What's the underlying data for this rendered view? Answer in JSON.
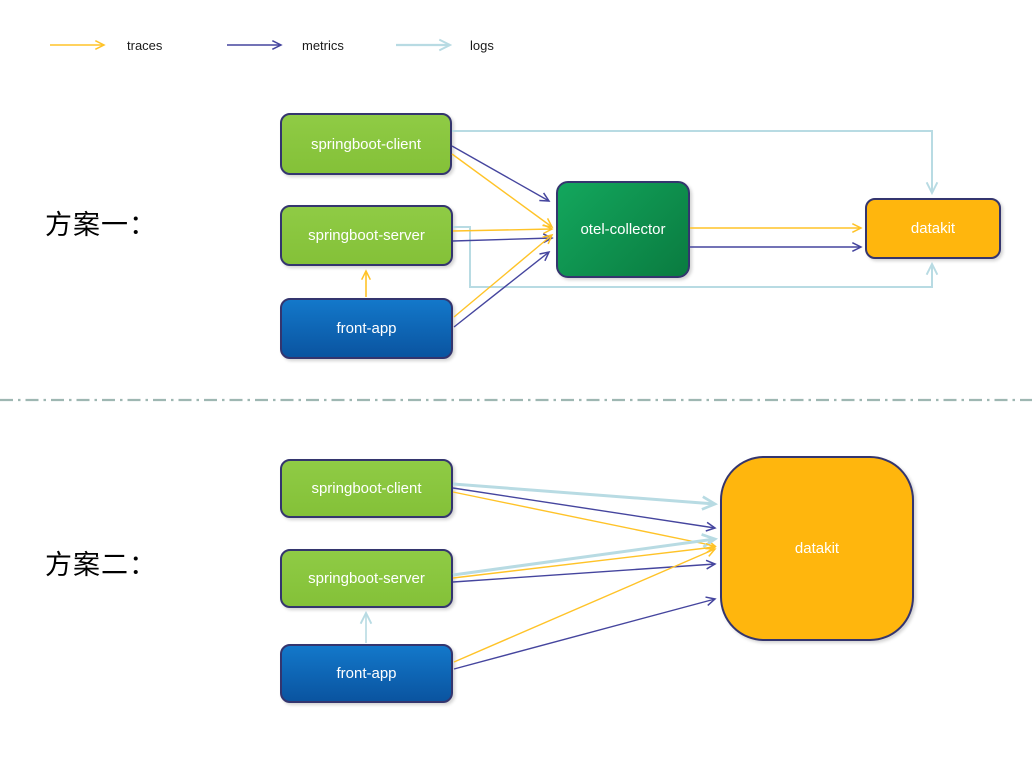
{
  "legend": {
    "items": [
      {
        "id": "traces",
        "label": "traces"
      },
      {
        "id": "metrics",
        "label": "metrics"
      },
      {
        "id": "logs",
        "label": "logs"
      }
    ]
  },
  "colors": {
    "traces": "#FFC328",
    "metrics": "#45459E",
    "logs": "#B8DBE3",
    "divider": "#9EB7B2",
    "title_text": "#000000",
    "node_text": "#FFFFFF",
    "node_border": "#34356E",
    "green_fill_top": "#8FCB45",
    "green_fill_bottom": "#84C138",
    "otel_fill_top": "#13A75D",
    "otel_fill_bottom": "#0A7B40",
    "blue_fill_top": "#1378CA",
    "blue_fill_bottom": "#0A54A0",
    "orange_fill": "#FFB60D"
  },
  "scheme1": {
    "title": "方案一：",
    "nodes": {
      "client": "springboot-client",
      "server": "springboot-server",
      "front": "front-app",
      "collector": "otel-collector",
      "datakit": "datakit"
    },
    "edges": [
      {
        "from": "springboot-client",
        "to": "datakit",
        "signal": "logs"
      },
      {
        "from": "springboot-client",
        "to": "otel-collector",
        "signal": "metrics"
      },
      {
        "from": "springboot-client",
        "to": "otel-collector",
        "signal": "traces"
      },
      {
        "from": "springboot-server",
        "to": "otel-collector",
        "signal": "traces"
      },
      {
        "from": "springboot-server",
        "to": "otel-collector",
        "signal": "metrics"
      },
      {
        "from": "springboot-server",
        "to": "datakit",
        "signal": "logs"
      },
      {
        "from": "front-app",
        "to": "springboot-server",
        "signal": "traces"
      },
      {
        "from": "front-app",
        "to": "otel-collector",
        "signal": "traces"
      },
      {
        "from": "front-app",
        "to": "otel-collector",
        "signal": "metrics"
      },
      {
        "from": "otel-collector",
        "to": "datakit",
        "signal": "traces"
      },
      {
        "from": "otel-collector",
        "to": "datakit",
        "signal": "metrics"
      }
    ]
  },
  "scheme2": {
    "title": "方案二：",
    "nodes": {
      "client": "springboot-client",
      "server": "springboot-server",
      "front": "front-app",
      "datakit": "datakit"
    },
    "edges": [
      {
        "from": "springboot-client",
        "to": "datakit",
        "signal": "logs"
      },
      {
        "from": "springboot-client",
        "to": "datakit",
        "signal": "metrics"
      },
      {
        "from": "springboot-client",
        "to": "datakit",
        "signal": "traces"
      },
      {
        "from": "springboot-server",
        "to": "datakit",
        "signal": "logs"
      },
      {
        "from": "springboot-server",
        "to": "datakit",
        "signal": "traces"
      },
      {
        "from": "springboot-server",
        "to": "datakit",
        "signal": "metrics"
      },
      {
        "from": "front-app",
        "to": "springboot-server",
        "signal": "logs"
      },
      {
        "from": "front-app",
        "to": "datakit",
        "signal": "traces"
      },
      {
        "from": "front-app",
        "to": "datakit",
        "signal": "metrics"
      }
    ]
  }
}
